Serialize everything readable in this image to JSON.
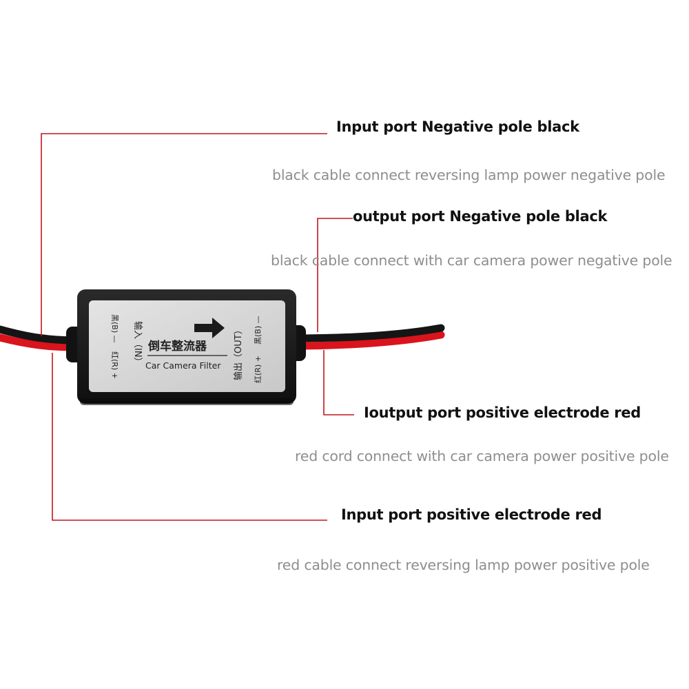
{
  "annotations": {
    "input_negative": {
      "title": "Input port Negative pole black",
      "desc": "black cable connect reversing lamp power negative pole"
    },
    "output_negative": {
      "title": "output port Negative pole black",
      "desc": "black cable connect with car camera power negative pole"
    },
    "output_positive": {
      "title": "Ioutput port positive electrode red",
      "desc": "red cord connect with car camera power positive pole"
    },
    "input_positive": {
      "title": "Input port positive electrode red",
      "desc": "red cable connect reversing lamp power positive pole"
    }
  },
  "device": {
    "chinese_name": "倒车整流器",
    "english_name": "Car Camera Filter",
    "input_label": "输入（IN）",
    "input_neg": "黑(B) —",
    "input_pos": "红(R) +",
    "output_label": "输出（OUT）",
    "output_neg": "黑(B) —",
    "output_pos": "红(R) +"
  },
  "colors": {
    "leader_line": "#c0161d",
    "wire_red": "#d9141c",
    "wire_black": "#151515",
    "case": "#1b1b1b",
    "label_panel": "#d8d8d8"
  }
}
